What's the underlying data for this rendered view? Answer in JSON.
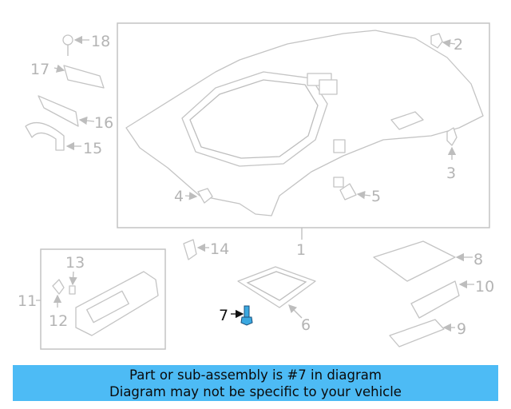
{
  "diagram": {
    "highlighted_part": "7",
    "highlight_color": "#3aa8e0",
    "callouts": {
      "p1": "1",
      "p2": "2",
      "p3": "3",
      "p4": "4",
      "p5": "5",
      "p6": "6",
      "p7": "7",
      "p8": "8",
      "p9": "9",
      "p10": "10",
      "p11": "11",
      "p12": "12",
      "p13": "13",
      "p14": "14",
      "p15": "15",
      "p16": "16",
      "p17": "17",
      "p18": "18"
    }
  },
  "banner": {
    "line1": "Part or sub-assembly is #7 in diagram",
    "line2": "Diagram may not be specific to your vehicle",
    "color": "#4dbbf5"
  }
}
